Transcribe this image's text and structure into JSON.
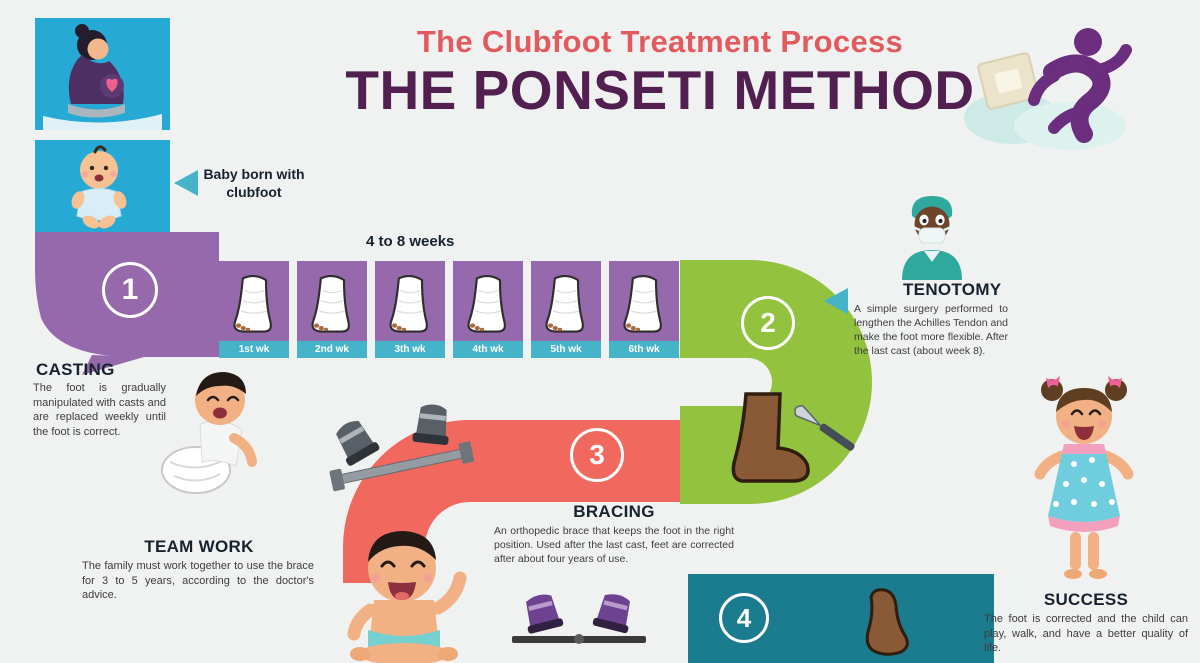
{
  "page": {
    "subtitle": "The Clubfoot Treatment Process",
    "title": "THE PONSETI METHOD"
  },
  "intro": {
    "callout": "Baby born with clubfoot"
  },
  "steps": {
    "casting": {
      "number": "1",
      "heading": "CASTING",
      "body": "The foot is gradually manipulated with casts and are replaced weekly until the foot is correct.",
      "duration_label": "4 to 8 weeks",
      "weeks": [
        "1st wk",
        "2nd wk",
        "3th wk",
        "4th wk",
        "5th wk",
        "6th wk"
      ]
    },
    "tenotomy": {
      "number": "2",
      "heading": "TENOTOMY",
      "body": "A simple surgery performed to lengthen the Achilles Tendon and make the foot more flexible. After the last cast (about week 8)."
    },
    "bracing": {
      "number": "3",
      "heading": "BRACING",
      "body": "An orthopedic brace that keeps the foot in the right position. Used after the last cast, feet are corrected after about four years of use."
    },
    "teamwork": {
      "heading": "TEAM WORK",
      "body": "The family must work together to use the brace for 3 to 5 years, according to the doctor's advice."
    },
    "success": {
      "number": "4",
      "heading": "SUCCESS",
      "body": "The foot is corrected and the child can play, walk, and have a better quality of life."
    }
  },
  "illustrations": [
    "pregnant-woman-photo",
    "newborn-baby-photo",
    "miraclefeet-logo",
    "weekly-cast-drawings",
    "baby-with-cast",
    "surgeon-figure",
    "boot-and-scalpel",
    "metal-foot-brace",
    "sitting-toddler",
    "purple-foot-abduction-brace",
    "corrected-foot",
    "happy-girl"
  ],
  "colors": {
    "purple_segment": "#9669ad",
    "green_segment": "#93c23f",
    "coral_segment": "#f1695e",
    "teal_band": "#1b7b8f",
    "teal_accent": "#46b4c8",
    "photo_blue": "#27a9d5",
    "subtitle_red": "#e25a5e",
    "title_purple": "#512051",
    "heading_dark": "#16222e"
  }
}
